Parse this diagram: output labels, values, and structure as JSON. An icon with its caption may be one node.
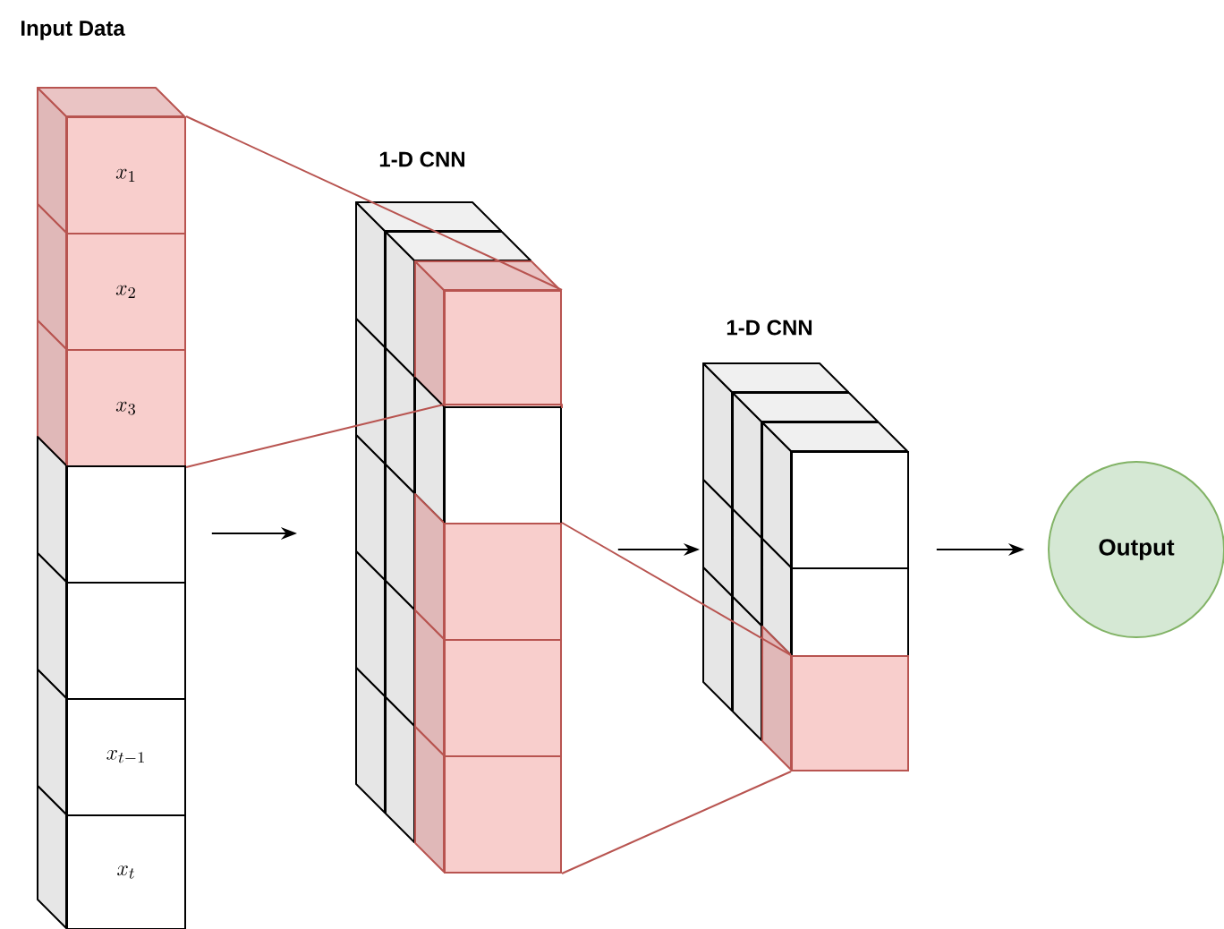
{
  "diagram": {
    "nodes": [
      {
        "text": [
          "Input Data"
        ]
      },
      {
        "text": [
          "x_1"
        ],
        "in": 0
      },
      {
        "text": [
          "x_2"
        ],
        "in": 0
      },
      {
        "text": [
          "x_3"
        ],
        "in": 0
      },
      {
        "text": [],
        "shape": "box",
        "in": 0
      },
      {
        "text": [],
        "shape": "box",
        "in": 0
      },
      {
        "text": [
          "x_{t-1}"
        ],
        "in": 0
      },
      {
        "text": [
          "x_t"
        ],
        "in": 0
      },
      {
        "text": [
          "1-D CNN"
        ]
      },
      {
        "text": [],
        "shape": "box",
        "in": 8
      },
      {
        "text": [],
        "shape": "box",
        "in": 8
      },
      {
        "text": [],
        "shape": "box",
        "in": 8
      },
      {
        "text": [],
        "shape": "box",
        "in": 8
      },
      {
        "text": [],
        "shape": "box",
        "in": 8
      },
      {
        "text": [
          "1-D CNN"
        ]
      },
      {
        "text": [],
        "shape": "box",
        "in": 14
      },
      {
        "text": [],
        "shape": "box",
        "in": 14
      },
      {
        "text": [],
        "shape": "box",
        "in": 14
      },
      {
        "text": [
          "Output"
        ]
      }
    ],
    "edges": [
      {
        "from": 0,
        "to": 8,
        "arrow": "to",
        "color": "#000000"
      },
      {
        "from": 8,
        "to": 14,
        "arrow": "to",
        "color": "#000000"
      },
      {
        "from": 14,
        "to": 18,
        "arrow": "to",
        "color": "#000000"
      },
      {
        "from": 1,
        "to": 9,
        "arrow": "none",
        "color": "#b85450"
      },
      {
        "from": 3,
        "to": 9,
        "arrow": "none",
        "color": "#b85450"
      },
      {
        "from": 11,
        "to": 17,
        "arrow": "none",
        "color": "#b85450"
      },
      {
        "from": 13,
        "to": 17,
        "arrow": "none",
        "color": "#b85450"
      }
    ]
  }
}
